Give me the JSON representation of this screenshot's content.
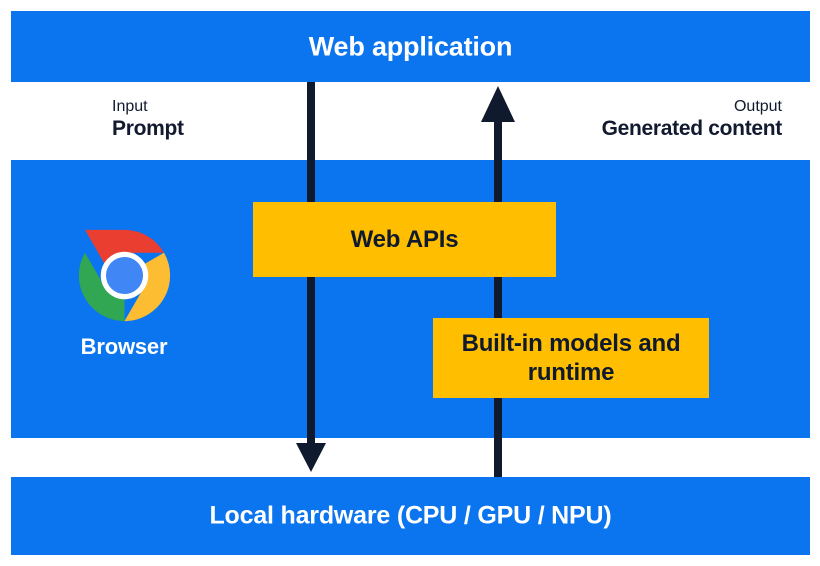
{
  "diagram": {
    "title": "Web application",
    "bands": {
      "top": {
        "label": "Web application"
      },
      "middle": {
        "label": "Browser"
      },
      "bottom": {
        "label": "Local hardware (CPU / GPU / NPU)"
      }
    },
    "flows": {
      "input": {
        "caption": "Input",
        "value": "Prompt"
      },
      "output": {
        "caption": "Output",
        "value": "Generated content"
      }
    },
    "boxes": {
      "web_apis": {
        "label": "Web APIs"
      },
      "builtin_models": {
        "label": "Built-in models and runtime"
      }
    },
    "icons": {
      "browser": "chrome-logo"
    },
    "colors": {
      "band_blue": "#0b74ef",
      "box_yellow": "#ffbe00",
      "arrow_navy": "#101a2e",
      "text_white": "#ffffff",
      "text_navy": "#111a2e",
      "chrome_red": "#ea3e30",
      "chrome_yellow": "#fdbd33",
      "chrome_green": "#32a753",
      "chrome_blue": "#4086f4",
      "page_background": "#ffffff"
    }
  }
}
